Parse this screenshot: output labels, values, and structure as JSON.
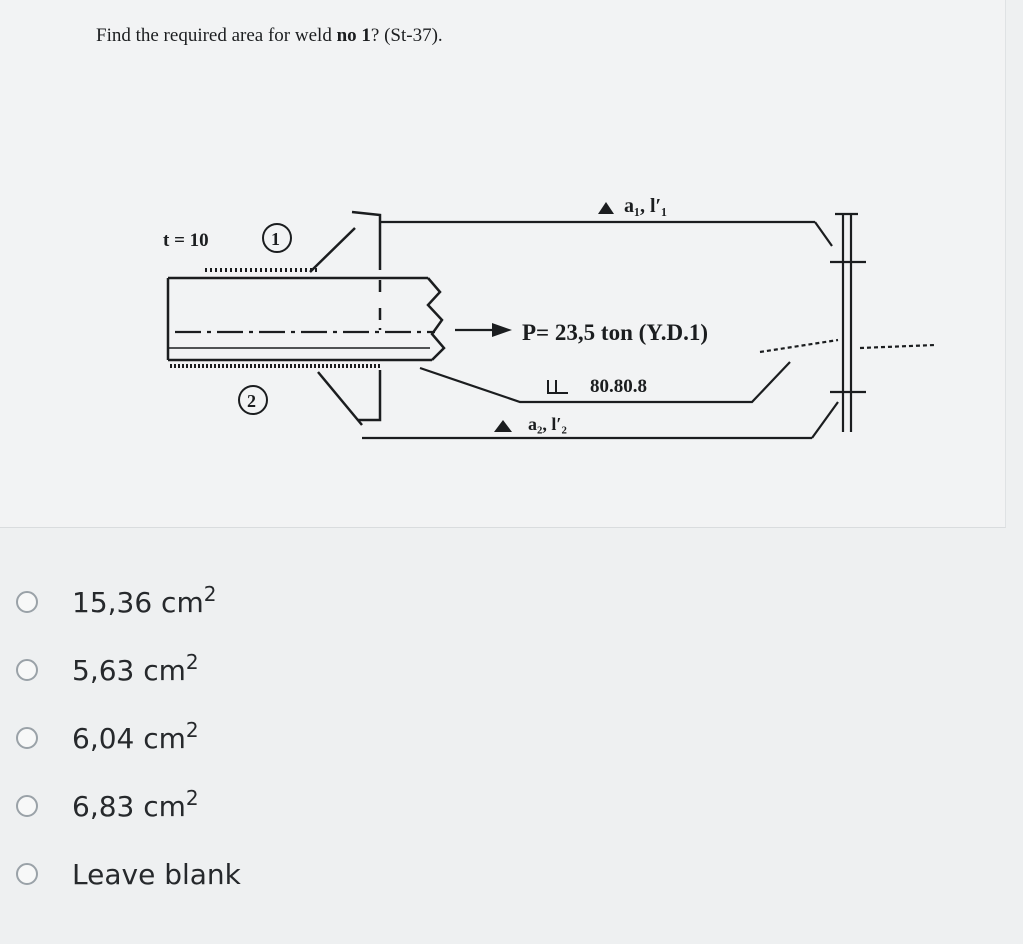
{
  "question": {
    "prefix": "Find the required area for weld ",
    "emphasis": "no 1",
    "suffix": "? (St-37)."
  },
  "figure": {
    "thickness_label": "t = 10",
    "weld1_marker": "1",
    "weld2_marker": "2",
    "weld1_symbol": "a₁, l′₁",
    "weld2_symbol": "a₂, l′₂",
    "load_label": "P= 23,5 ton (Y.D.1)",
    "angle_label": "80.80.8"
  },
  "options": [
    {
      "value": "15,36 cm",
      "unit_exp": "2"
    },
    {
      "value": "5,63 cm",
      "unit_exp": "2"
    },
    {
      "value": "6,04 cm",
      "unit_exp": "2"
    },
    {
      "value": "6,83 cm",
      "unit_exp": "2"
    },
    {
      "value": "Leave blank",
      "unit_exp": ""
    }
  ]
}
